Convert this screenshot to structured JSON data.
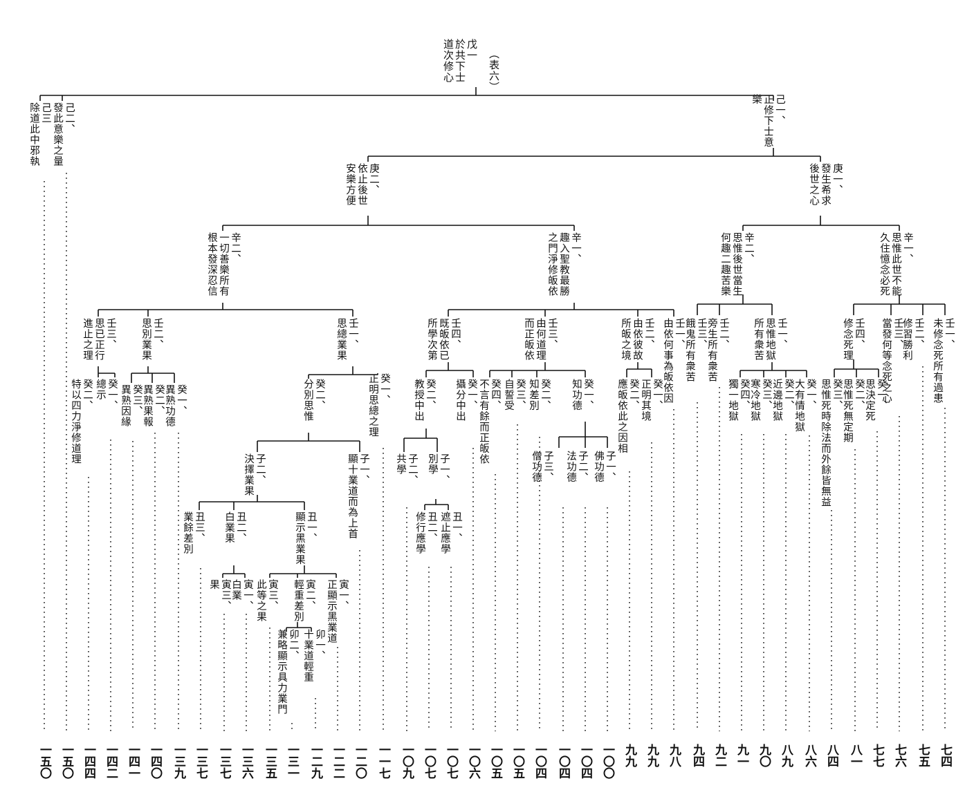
{
  "root": {
    "label": "戊一\n於共下士\n道次修心",
    "table_tag": "（表六）"
  },
  "nodes": [
    {
      "id": "ji2",
      "label": "己二、\n發此意樂之量"
    },
    {
      "id": "ji3",
      "label": "己三\n除道此中邪執"
    },
    {
      "id": "ji1",
      "label": "己一、\n正修下士意\n樂"
    },
    {
      "id": "geng2",
      "label": "庚二、\n依止後世\n安樂方便"
    },
    {
      "id": "geng1",
      "label": "庚一、\n發生希求\n後世之心"
    },
    {
      "id": "xin2b",
      "label": "辛二、\n一切善樂所有\n根本發深忍信"
    },
    {
      "id": "xin1b",
      "label": "辛一、\n趣入聖教最勝\n之門淨修皈依"
    },
    {
      "id": "xin2a",
      "label": "辛二、\n思惟後世當生\n何趣二趣苦樂"
    },
    {
      "id": "xin1a",
      "label": "辛一、\n思惟此世不能\n久住憶念必死"
    },
    {
      "id": "r3",
      "label": "壬三、\n思已正行\n進止之理"
    },
    {
      "id": "r2",
      "label": "壬二、\n思別業果"
    },
    {
      "id": "r1",
      "label": "壬一、\n思總業果"
    },
    {
      "id": "k1",
      "label": "癸一、\n總示"
    },
    {
      "id": "k2",
      "label": "癸二、\n特以四力淨修道理"
    },
    {
      "id": "g3",
      "label": "癸三、\n異熟因緣"
    },
    {
      "id": "g2",
      "label": "癸二、\n異熟果報"
    },
    {
      "id": "g1",
      "label": "癸一、\n異熟功德"
    },
    {
      "id": "m2",
      "label": "癸二、\n分別思惟"
    },
    {
      "id": "m1",
      "label": "癸一、\n正明思總之理"
    },
    {
      "id": "z2",
      "label": "子二、\n決擇業果"
    },
    {
      "id": "z1",
      "label": "子一、\n顯十業道而為上首"
    },
    {
      "id": "c3",
      "label": "丑三、\n業餘差別"
    },
    {
      "id": "c2",
      "label": "丑二、\n白業果"
    },
    {
      "id": "c1",
      "label": "丑一、\n顯示黑業果"
    },
    {
      "id": "y3w",
      "label": "寅三、\n果"
    },
    {
      "id": "y1w",
      "label": "寅一、\n白業"
    },
    {
      "id": "y3",
      "label": "寅三、\n此等之果"
    },
    {
      "id": "y2",
      "label": "寅二、\n輕重差別"
    },
    {
      "id": "y1",
      "label": "寅一、\n正顯示黑業道"
    },
    {
      "id": "mao2",
      "label": "卯二、\n兼略顯示具力業門"
    },
    {
      "id": "mao1",
      "label": "卯一、\n十業道輕重"
    },
    {
      "id": "s4",
      "label": "壬四、\n既皈依已\n所學次第"
    },
    {
      "id": "s3",
      "label": "壬三、\n由何道理\n而正皈依"
    },
    {
      "id": "s2",
      "label": "壬二、\n由依彼故\n所皈之境"
    },
    {
      "id": "s1",
      "label": "壬一、\n由依何事為皈依因"
    },
    {
      "id": "t2",
      "label": "癸二、\n教授中出"
    },
    {
      "id": "t1",
      "label": "癸一、\n攝分中出"
    },
    {
      "id": "u2",
      "label": "子二、\n共學"
    },
    {
      "id": "u1",
      "label": "子一、\n別學"
    },
    {
      "id": "v2",
      "label": "丑二、\n修行應學"
    },
    {
      "id": "v1",
      "label": "丑一、\n遮止應學"
    },
    {
      "id": "h4",
      "label": "癸四、\n不言有餘而正皈依"
    },
    {
      "id": "h3",
      "label": "癸三、\n自誓受"
    },
    {
      "id": "h2",
      "label": "癸二、\n知差別"
    },
    {
      "id": "h1",
      "label": "癸一、\n知功德"
    },
    {
      "id": "f3",
      "label": "子三、\n僧功德"
    },
    {
      "id": "f2",
      "label": "子二、\n法功德"
    },
    {
      "id": "f1",
      "label": "子一、\n佛功德"
    },
    {
      "id": "q2",
      "label": "癸二、\n應皈依此之因相"
    },
    {
      "id": "q1",
      "label": "癸一、\n正明其境"
    },
    {
      "id": "p3",
      "label": "壬三、\n餓鬼所有衆苦"
    },
    {
      "id": "p2",
      "label": "壬二、\n旁生所有衆苦"
    },
    {
      "id": "p1",
      "label": "壬一、\n思惟地獄\n所有衆苦"
    },
    {
      "id": "n4",
      "label": "癸四、\n獨一地獄"
    },
    {
      "id": "n3",
      "label": "癸三、\n寒冷地獄"
    },
    {
      "id": "n2",
      "label": "癸二、\n近邊地獄"
    },
    {
      "id": "n1",
      "label": "癸一、\n大有情地獄"
    },
    {
      "id": "w4",
      "label": "壬四、\n修念死理"
    },
    {
      "id": "w3",
      "label": "壬三、\n當發何等念死之心"
    },
    {
      "id": "w2",
      "label": "壬二、\n修習勝利"
    },
    {
      "id": "w1",
      "label": "壬一、\n未修念死所有過患"
    },
    {
      "id": "e3",
      "label": "癸三、\n思惟死時除法而外餘皆無益"
    },
    {
      "id": "e2",
      "label": "癸二、\n思惟死無定期"
    },
    {
      "id": "e1",
      "label": "癸一、\n思決定死"
    }
  ],
  "page_numbers": [
    "一五〇",
    "一五〇",
    "一四四",
    "一四二",
    "一四一",
    "一四〇",
    "一三九",
    "一三七",
    "一三七",
    "一三六",
    "一三五",
    "一三一",
    "一二九",
    "一二二",
    "一二〇",
    "一一七",
    "一〇九",
    "一〇七",
    "一〇七",
    "一〇六",
    "一〇五",
    "一〇五",
    "一〇四",
    "一〇四",
    "一〇四",
    "一〇〇",
    "九九",
    "九九",
    "九八",
    "九四",
    "九二",
    "九一",
    "九〇",
    "八九",
    "八六",
    "八四",
    "八一",
    "七七",
    "七六",
    "七五",
    "七四"
  ]
}
